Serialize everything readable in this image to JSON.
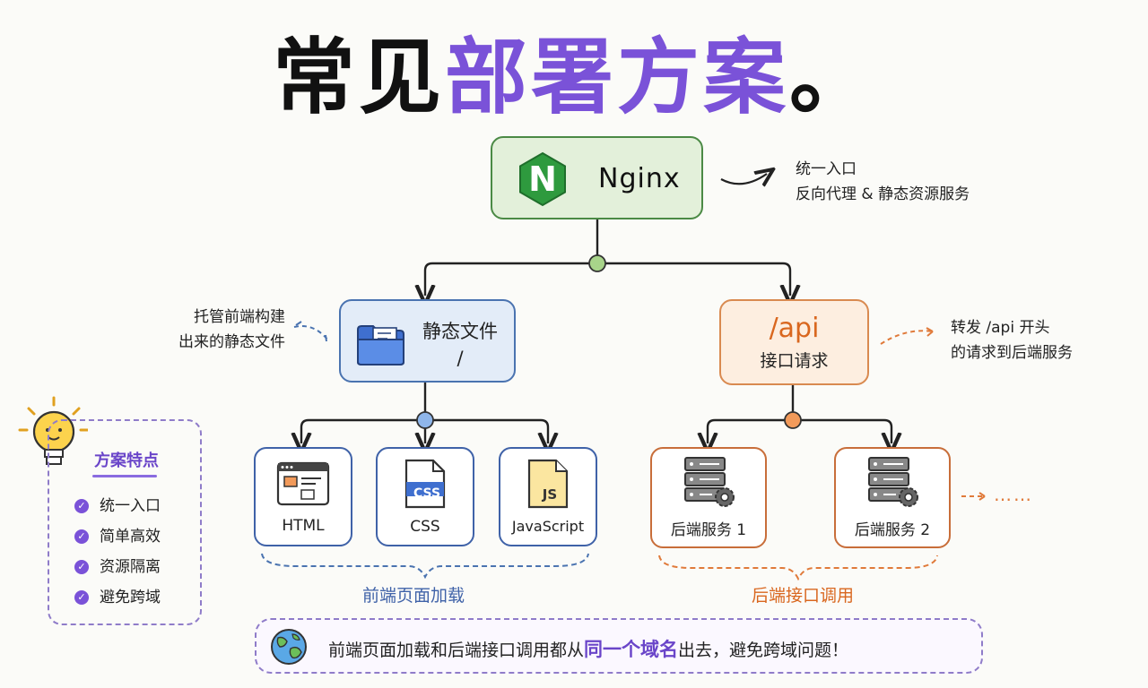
{
  "title": {
    "part1": "常见",
    "part2": "部署方案",
    "period": "。"
  },
  "nginx": {
    "label": "Nginx",
    "logo_letter": "N",
    "note_line1": "统一入口",
    "note_line2": "反向代理 & 静态资源服务"
  },
  "static": {
    "label": "静态文件",
    "path": "/",
    "note_line1": "托管前端构建",
    "note_line2": "出来的静态文件"
  },
  "api": {
    "path": "/api",
    "label": "接口请求",
    "note_line1": "转发 /api 开头",
    "note_line2": "的请求到后端服务"
  },
  "files": [
    {
      "label": "HTML",
      "icon": "browser-window-icon"
    },
    {
      "label": "CSS",
      "icon": "css-file-icon",
      "badge": "CSS"
    },
    {
      "label": "JavaScript",
      "icon": "js-file-icon",
      "badge": "JS"
    }
  ],
  "servers": [
    {
      "label": "后端服务 1",
      "icon": "server-gear-icon"
    },
    {
      "label": "后端服务 2",
      "icon": "server-gear-icon"
    }
  ],
  "more": "……",
  "frontend_group_label": "前端页面加载",
  "backend_group_label": "后端接口调用",
  "features": {
    "title": "方案特点",
    "items": [
      "统一入口",
      "简单高效",
      "资源隔离",
      "避免跨域"
    ]
  },
  "bottom": {
    "text_before": "前端页面加载和后端接口调用都从",
    "highlight": "同一个域名",
    "text_after": "出去，避免跨域问题！"
  },
  "colors": {
    "accent": "#7a52d8",
    "nginx_green": "#2e8b3a",
    "static_blue": "#4a73b0",
    "api_orange": "#e07a3a"
  }
}
